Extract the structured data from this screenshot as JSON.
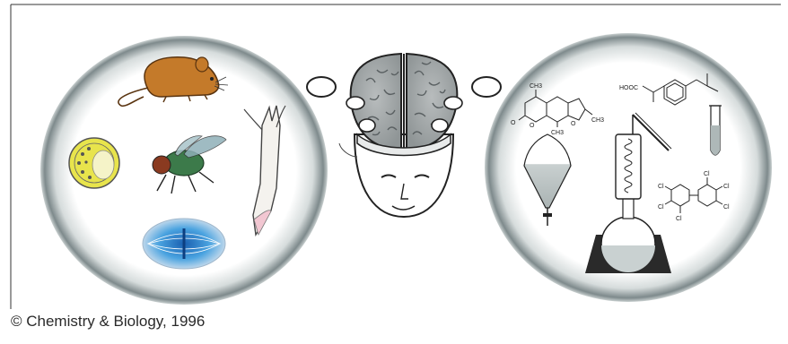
{
  "caption": "© Chemistry & Biology, 1996",
  "chem_labels": {
    "ch3_top": "CH3",
    "o1": "O",
    "o2": "O",
    "o3": "O",
    "ch3_mid": "CH3",
    "ch3_right": "CH3",
    "hooc": "HOOC",
    "cl1": "Cl",
    "cl2": "Cl",
    "cl3": "Cl",
    "cl4": "Cl",
    "cl5": "Cl",
    "cl6": "Cl"
  },
  "colors": {
    "circle_rim": "#8a9498",
    "brain": "#a7acad",
    "mouse": "#c47a2a",
    "fly": "#3c7a4a",
    "cell": "#e3e04a",
    "spindle": "#4aa3e0",
    "flask_liquid": "#c9d1d1",
    "stand": "#2a2a2a"
  }
}
